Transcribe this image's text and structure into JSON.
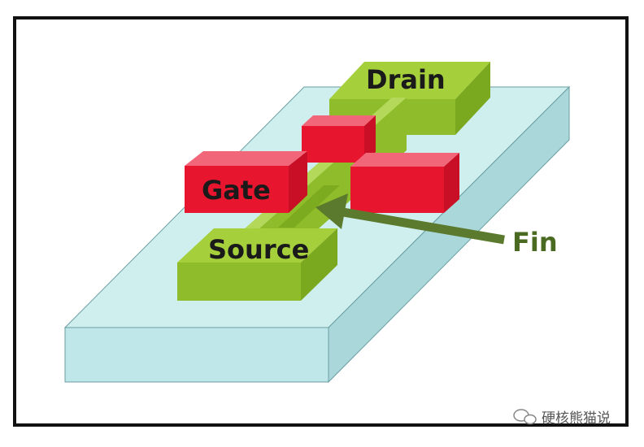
{
  "diagram": {
    "labels": {
      "drain": "Drain",
      "gate": "Gate",
      "source": "Source",
      "fin": "Fin"
    },
    "watermark": {
      "text": "硬核熊猫说",
      "icon": "wechat-icon"
    },
    "colors": {
      "frame": "#111111",
      "substrate_top": "#cfefef",
      "substrate_front": "#bfe6e8",
      "substrate_side": "#a9d7da",
      "green_top": "#a6cf3c",
      "green_front": "#8fbc2a",
      "green_side": "#7aa81f",
      "red_top": "#f2667a",
      "red_front": "#e8152f",
      "red_side": "#c90f26",
      "arrow": "#5c7a2e",
      "label_text": "#1a1a1a",
      "fin_text": "#4a6a22"
    }
  }
}
